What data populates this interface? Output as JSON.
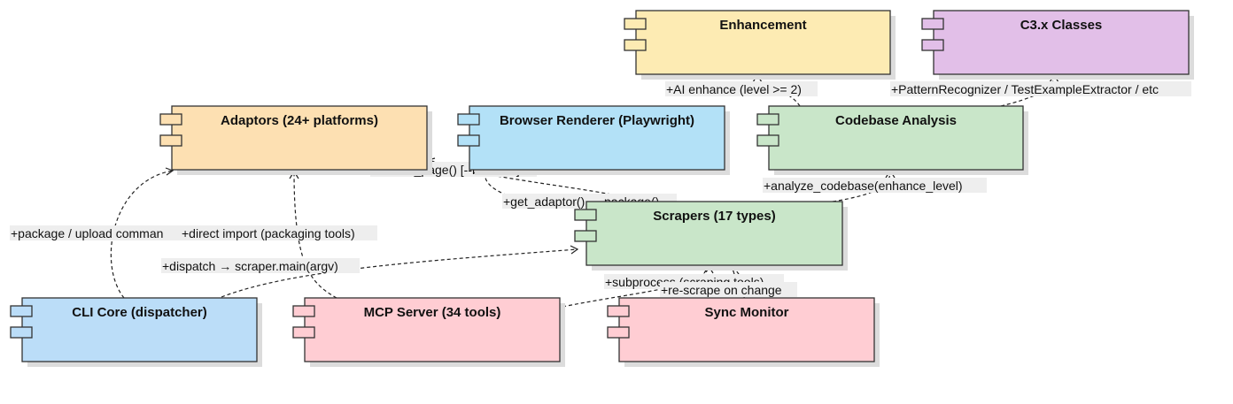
{
  "diagram": {
    "components": [
      {
        "id": "enhancement",
        "title": "Enhancement",
        "color": "#FDEBB3"
      },
      {
        "id": "c3x",
        "title": "C3.x Classes",
        "color": "#E2BFE8"
      },
      {
        "id": "adaptors",
        "title": "Adaptors (24+ platforms)",
        "color": "#FDE0B2"
      },
      {
        "id": "browser",
        "title": "Browser Renderer (Playwright)",
        "color": "#B3E1F7"
      },
      {
        "id": "codebase",
        "title": "Codebase Analysis",
        "color": "#C9E6C9"
      },
      {
        "id": "scrapers",
        "title": "Scrapers (17 types)",
        "color": "#C9E6C9"
      },
      {
        "id": "cli",
        "title": "CLI Core (dispatcher)",
        "color": "#BBDDF8"
      },
      {
        "id": "mcp",
        "title": "MCP Server (34 tools)",
        "color": "#FFCDD3"
      },
      {
        "id": "sync",
        "title": "Sync Monitor",
        "color": "#FFCDD3"
      }
    ],
    "edges": [
      {
        "id": "ai-enhance",
        "from": "codebase",
        "to": "enhancement",
        "label": "+AI enhance (level >= 2)"
      },
      {
        "id": "pattern",
        "from": "codebase",
        "to": "c3x",
        "label": "+PatternRecognizer / TestExampleExtractor / etc"
      },
      {
        "id": "render-page",
        "from": "scrapers",
        "to": "browser",
        "label": "+render_page() [--browser]"
      },
      {
        "id": "get-adaptor",
        "from": "scrapers",
        "to": "adaptors",
        "label": "+get_adaptor() → package()"
      },
      {
        "id": "analyze",
        "from": "scrapers",
        "to": "codebase",
        "label": "+analyze_codebase(enhance_level)"
      },
      {
        "id": "package-upload",
        "from": "cli",
        "to": "adaptors",
        "label": "+package / upload comman"
      },
      {
        "id": "direct-import",
        "from": "mcp",
        "to": "adaptors",
        "label": "+direct import (packaging tools)"
      },
      {
        "id": "dispatch",
        "from": "cli",
        "to": "scrapers",
        "label": "+dispatch → scraper.main(argv)"
      },
      {
        "id": "subprocess",
        "from": "mcp",
        "to": "scrapers",
        "label": "+subprocess (scraping tools)"
      },
      {
        "id": "rescrape",
        "from": "sync",
        "to": "scrapers",
        "label": "+re-scrape on change"
      }
    ]
  }
}
